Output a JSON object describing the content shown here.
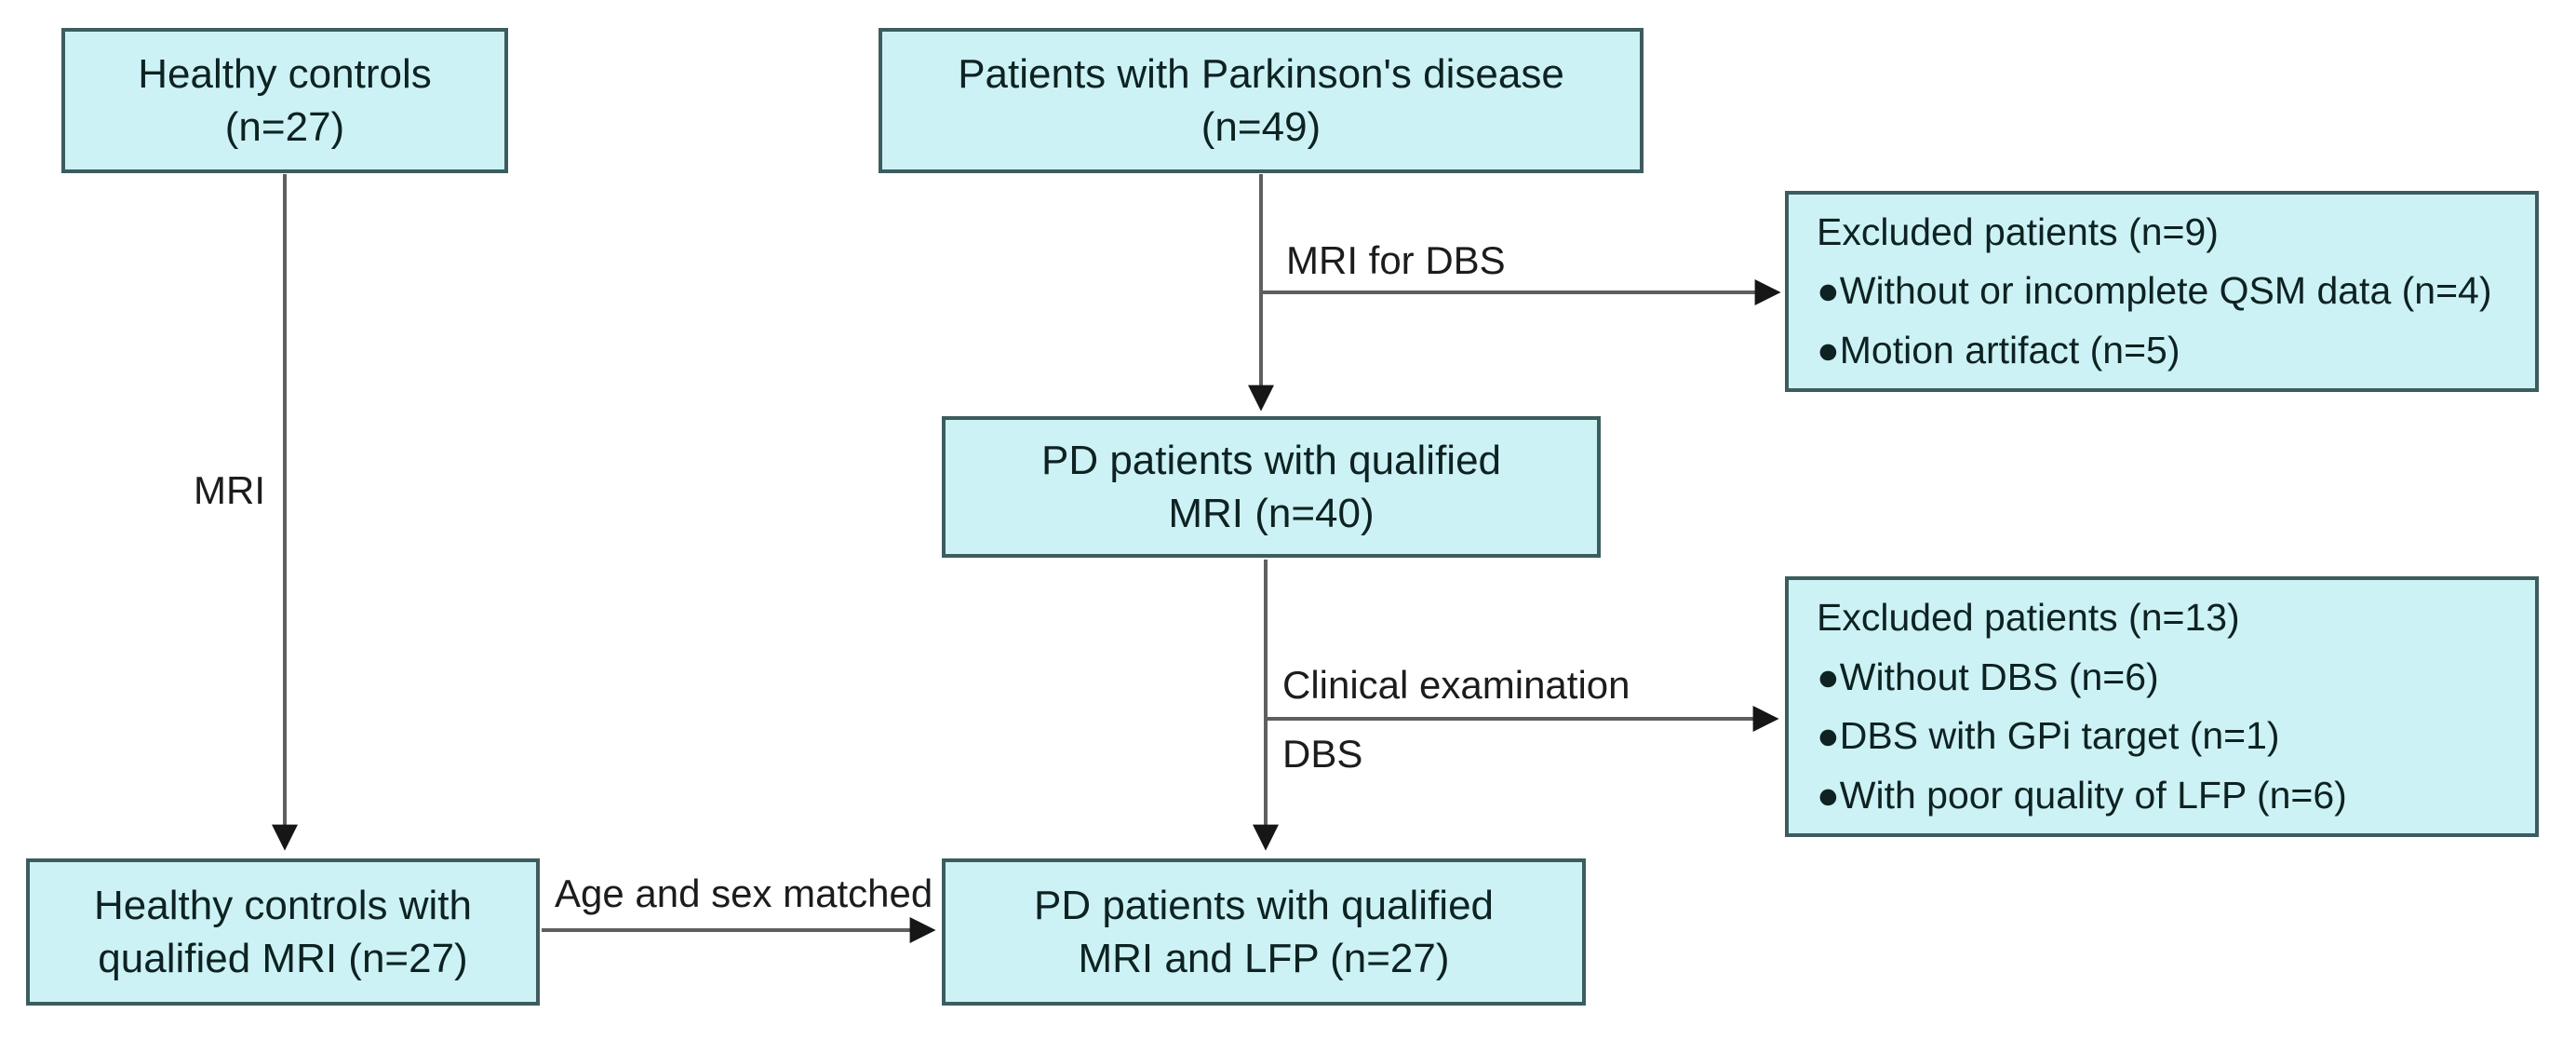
{
  "colors": {
    "box_fill": "#ccf2f5",
    "box_border": "#3d5c5e",
    "arrow_line": "#5f5f5f",
    "arrow_head": "#161616",
    "text": "#0e2222",
    "label_text": "#1c1c1c",
    "background": "#ffffff"
  },
  "boxes": {
    "healthy_controls": {
      "lines": [
        "Healthy controls",
        "(n=27)"
      ]
    },
    "pd_patients": {
      "lines": [
        "Patients with Parkinson's disease",
        "(n=49)"
      ]
    },
    "excluded_mri": {
      "lines": [
        "Excluded patients (n=9)",
        "●Without or incomplete QSM data (n=4)",
        "●Motion artifact (n=5)"
      ]
    },
    "pd_qualified_mri": {
      "lines": [
        "PD patients with qualified",
        "MRI (n=40)"
      ]
    },
    "excluded_dbs": {
      "lines": [
        "Excluded patients (n=13)",
        "●Without DBS (n=6)",
        "●DBS with GPi target (n=1)",
        "●With poor quality of LFP (n=6)"
      ]
    },
    "hc_qualified_mri": {
      "lines": [
        "Healthy controls with",
        "qualified MRI (n=27)"
      ]
    },
    "pd_qualified_mri_lfp": {
      "lines": [
        "PD patients with qualified",
        "MRI and LFP (n=27)"
      ]
    }
  },
  "arrow_labels": {
    "mri": "MRI",
    "mri_for_dbs": "MRI for DBS",
    "clinical_examination": "Clinical examination",
    "dbs": "DBS",
    "age_sex_matched": "Age and sex matched"
  }
}
